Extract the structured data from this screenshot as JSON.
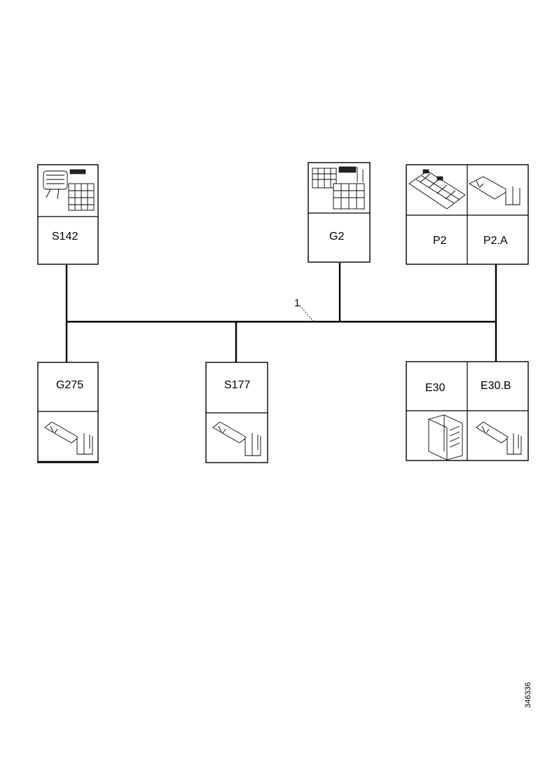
{
  "components": {
    "s142": {
      "label": "S142"
    },
    "g2": {
      "label": "G2"
    },
    "p2": {
      "label": "P2"
    },
    "p2a": {
      "label": "P2.A"
    },
    "g275": {
      "label": "G275"
    },
    "s177": {
      "label": "S177"
    },
    "e30": {
      "label": "E30"
    },
    "e30b": {
      "label": "E30.B"
    }
  },
  "wire": {
    "callout": "1"
  },
  "document_id": "346336"
}
